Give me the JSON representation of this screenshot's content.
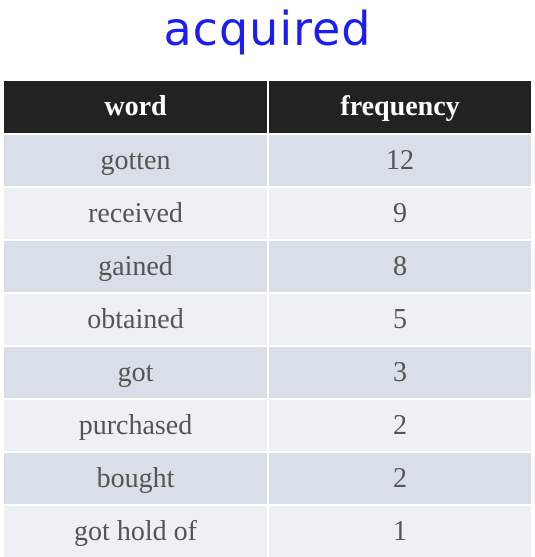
{
  "chart_data": {
    "type": "table",
    "title": "acquired",
    "columns": [
      "word",
      "frequency"
    ],
    "rows": [
      {
        "word": "gotten",
        "frequency": 12
      },
      {
        "word": "received",
        "frequency": 9
      },
      {
        "word": "gained",
        "frequency": 8
      },
      {
        "word": "obtained",
        "frequency": 5
      },
      {
        "word": "got",
        "frequency": 3
      },
      {
        "word": "purchased",
        "frequency": 2
      },
      {
        "word": "bought",
        "frequency": 2
      },
      {
        "word": "got hold of",
        "frequency": 1
      }
    ]
  },
  "colors": {
    "title": "#1d1df0",
    "header_bg": "#222222",
    "header_text": "#ffffff",
    "row_dark": "#d9dfe8",
    "row_light": "#edf0f4",
    "cell_text": "#555555"
  }
}
